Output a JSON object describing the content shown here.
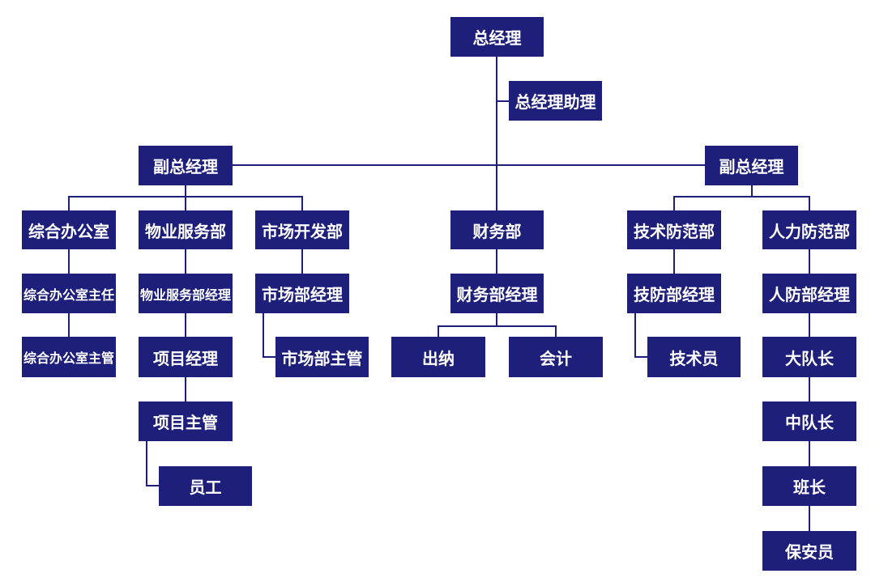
{
  "colors": {
    "node_fill": "#1e1f7a",
    "node_text": "#ffffff",
    "connector": "#1e1f7a",
    "background": "#ffffff"
  },
  "nodes": {
    "gm": "总经理",
    "gm_assistant": "总经理助理",
    "vgm_left": "副总经理",
    "vgm_right": "副总经理",
    "office": "综合办公室",
    "office_director": "综合办公室主任",
    "office_supervisor": "综合办公室主管",
    "property": "物业服务部",
    "property_manager": "物业服务部经理",
    "project_manager": "项目经理",
    "project_supervisor": "项目主管",
    "staff": "员工",
    "market": "市场开发部",
    "market_manager": "市场部经理",
    "market_supervisor": "市场部主管",
    "finance": "财务部",
    "finance_manager": "财务部经理",
    "cashier": "出纳",
    "accountant": "会计",
    "tech": "技术防范部",
    "tech_manager": "技防部经理",
    "technician": "技术员",
    "hr": "人力防范部",
    "hr_manager": "人防部经理",
    "captain": "大队长",
    "squad_leader": "中队长",
    "team_leader": "班长",
    "guard": "保安员"
  }
}
